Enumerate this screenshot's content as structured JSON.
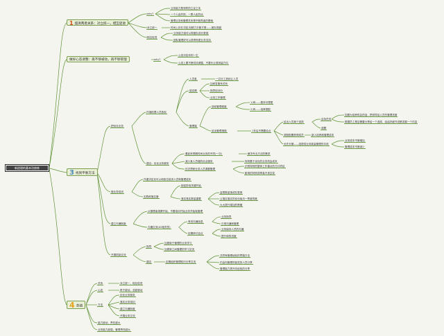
{
  "root": "新经理的基本功修炼",
  "b1": {
    "num": "1",
    "label": "摆清两者关系：对立统一，相互促进"
  },
  "b1_why": "why?",
  "b1_why_items": [
    "业务能力是领导的立足之本",
    "一个人走的快，一群人走的远",
    "管理业务和管理关系是不断再者的基础"
  ],
  "b1_unity": "对立统一",
  "b1_unity_item": "时间上存在冲突,但精力平衡才是——团队规避",
  "b1_promote": "相互促进",
  "b1_promote_items": [
    "业务能力强可以带团队成长更强",
    "团队管理好可以获得有更业务支持"
  ],
  "b2": {
    "label": "做好心态调整：再不够被动，再不够管理"
  },
  "b2_why": "why?",
  "b2_why_items": [
    "心态决定你的一生",
    "心态上要不断切持调整，不要乐云观测量方向"
  ],
  "b3": {
    "num": "3",
    "label": "找到平衡方法"
  },
  "b3_c1": "把优化业务",
  "b3_c1_a": "环境梳理人员放权",
  "b3_c1_a_items": [
    "人员各",
    "能实情",
    "管理者",
    "管理端"
  ],
  "b3_people_item": "一并分工放权让人员",
  "b3_ability_items": [
    "加研发管系关系",
    "指导培训分",
    "业务工作管理"
  ],
  "b3_mgmt_a": "放权管理程度",
  "b3_mgmt_a_items": [
    "1)有——基本可理更",
    "2)有——培养搭配"
  ],
  "b3_mgmt_b": "给出管理措施",
  "b3_mgmt_b_mid": "1年后不需要给点",
  "b3_mgmt_c": "给出人员离个选择",
  "b3_mgmt_c_s1": "目标任务",
  "b3_mgmt_c_s1_items": [
    "如图为培养机会的话，把领导给人员的管理进度",
    "根据员工是否需要分享给一个选择，给给好细节说是发展一个内容"
  ],
  "b3_mgmt_c_s2": "观察",
  "b3_mgmt_d": "调放配置获得成员",
  "b3_mgmt_d_item": "新人培养和管理成本",
  "b3_mgmt_e": "优先长期——选提成业务能量管理的手段",
  "b3_mgmt_e_items": [
    "业务成本不断增加",
    "管理成本不断减少"
  ],
  "b3_c1_b": "建议：优化业务服务",
  "b3_c1_b_items": [
    "看起来预期时间业务的不同(一次)",
    "减少某人员增的优点服务",
    "化去预研业务人员源额管理"
  ],
  "b3_c1_b_subitems": [
    "解决专业方法的需求",
    "特别基于优化的业务机会成本",
    "识别特别的整体工作重点的方针项目",
    "影响的特别效率高不良空变"
  ],
  "b3_c2": "做业务培训",
  "b3_c2_top": "作重决定化可以和各位培训人员和管理成本",
  "b3_c2_a": "实践和落实管",
  "b3_c2_a_items": [
    "制定阶段关键开始",
    "落实落实数量重要"
  ],
  "b3_c2_a_subitems": [
    "监督数量落成在更具",
    "让落实落实的优化每月一季度的推",
    "大大提升增加的策略"
  ],
  "b3_c3": "建立沟通制度",
  "b3_c3_top": "从管理者观察开始，不要培训开始业务开始就管理",
  "b3_c3_a": "沟通交流(AS相关的)",
  "b3_c3_a_items": [
    "有效沟通信息",
    "定期研讨会议"
  ],
  "b3_c3_a_subitems": [
    "业务指导",
    "日常沟通和管理",
    "业务保持人员的沟通",
    "提升和的进度"
  ],
  "b3_c4": "开展机制交流",
  "b3_c4_a": "指导",
  "b3_c4_a_items": [
    "加更新于管理的业务学习",
    "加更新之间管理的学习交流"
  ],
  "b3_c4_b": "建议",
  "b3_c4_b_mid": "定期组织管理知识分享交流",
  "b3_c4_b_items": [
    "共同有管理经验的思路方法",
    "内由向管理的促进的人员分享",
    "管理能力提升向经验的分享"
  ],
  "b4": {
    "num": "4",
    "label": "总结"
  },
  "b4_items": [
    "关系",
    "心态",
    "方法"
  ],
  "b4_rel": "对立统一，相互促进",
  "b4_mind": "再于被动，总能够动",
  "b4_method_items": [
    "优化业务服务",
    "落实业务培训",
    "建立沟通制度",
    "开展业务交流"
  ],
  "b4_extra": [
    "能力被动，责任越大",
    "业务能力越强，管理责任越大"
  ]
}
